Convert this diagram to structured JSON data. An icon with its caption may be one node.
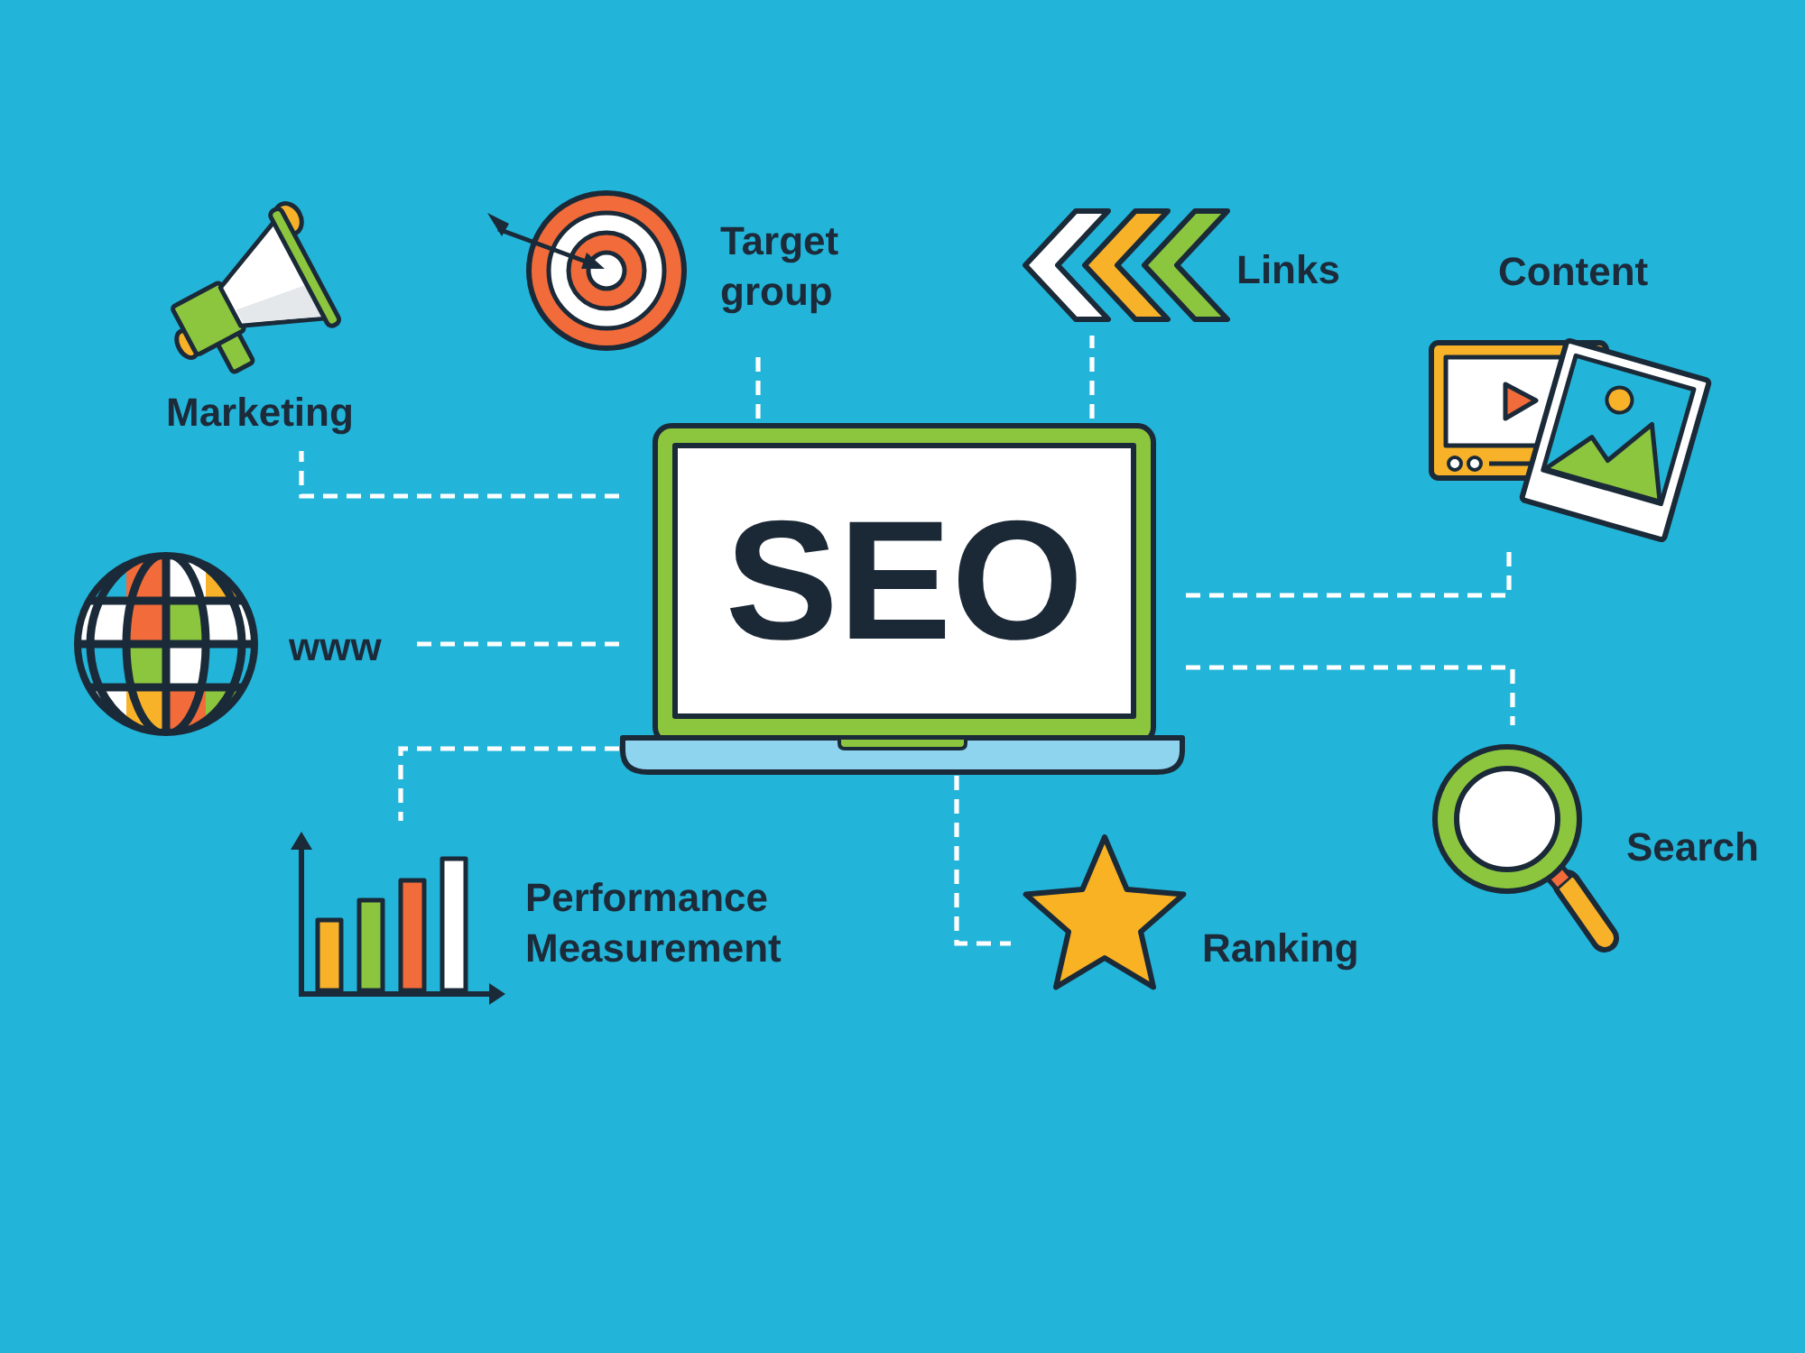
{
  "diagram": {
    "nodes": [
      {
        "text": [
          "Marketing"
        ]
      },
      {
        "text": [
          "Target group"
        ]
      },
      {
        "text": [
          "Links"
        ]
      },
      {
        "text": [
          "Content"
        ]
      },
      {
        "text": [
          "SEO"
        ]
      },
      {
        "text": [
          "www"
        ]
      },
      {
        "text": [
          "Performance Measurement"
        ]
      },
      {
        "text": [
          "Ranking"
        ]
      },
      {
        "text": [
          "Search"
        ]
      }
    ],
    "edges": [
      {
        "from": 4,
        "to": 0,
        "arrow": "none",
        "style": "dashed"
      },
      {
        "from": 4,
        "to": 1,
        "arrow": "none",
        "style": "dashed"
      },
      {
        "from": 4,
        "to": 2,
        "arrow": "none",
        "style": "dashed"
      },
      {
        "from": 4,
        "to": 3,
        "arrow": "none",
        "style": "dashed"
      },
      {
        "from": 4,
        "to": 5,
        "arrow": "none",
        "style": "dashed"
      },
      {
        "from": 4,
        "to": 6,
        "arrow": "none",
        "style": "dashed"
      },
      {
        "from": 4,
        "to": 7,
        "arrow": "none",
        "style": "dashed"
      },
      {
        "from": 4,
        "to": 8,
        "arrow": "none",
        "style": "dashed"
      }
    ]
  }
}
